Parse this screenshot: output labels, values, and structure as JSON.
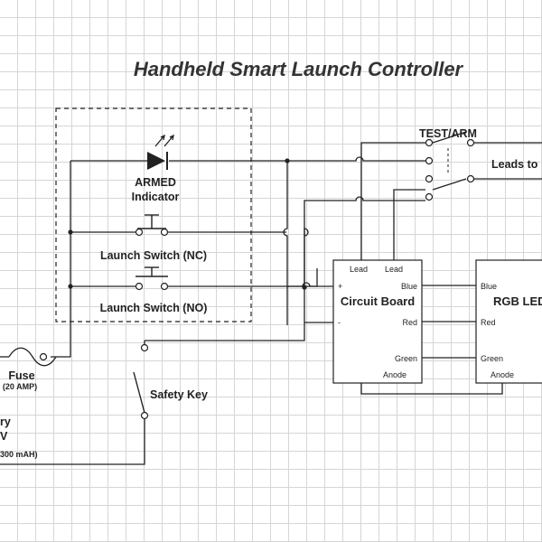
{
  "title": "Handheld Smart Launch Controller",
  "armed_indicator": {
    "line1": "ARMED",
    "line2": "Indicator"
  },
  "launch_switch_nc": "Launch Switch (NC)",
  "launch_switch_no": "Launch Switch (NO)",
  "fuse": {
    "label": "Fuse",
    "rating": "(20 AMP)"
  },
  "safety_key": "Safety Key",
  "battery": {
    "name": "ry",
    "voltage": "V",
    "capacity": "300 mAH)"
  },
  "test_arm": "TEST/ARM",
  "leads_to": "Leads to",
  "circuit_board": {
    "title": "Circuit Board",
    "lead_left": "Lead",
    "lead_right": "Lead",
    "plus": "+",
    "minus": "-",
    "blue": "Blue",
    "red": "Red",
    "green": "Green",
    "anode": "Anode"
  },
  "rgb_led": {
    "title": "RGB LED",
    "blue": "Blue",
    "red": "Red",
    "green": "Green",
    "anode": "Anode"
  }
}
